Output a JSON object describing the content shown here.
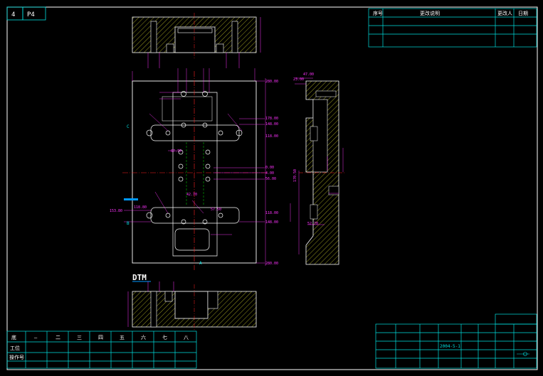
{
  "colors": {
    "background": "#000000",
    "frame": "#ffffff",
    "table_line": "#00e0e0",
    "part_outline": "#ffffff",
    "hatch": "#ffff33",
    "dimension": "#ff33ff",
    "centerline": "#ff2020",
    "hidden_line": "#00dd00",
    "label_badge": "#0099ff"
  },
  "corner_tag": {
    "number": "4",
    "code": "P4"
  },
  "drawing_label": {
    "text": "DTM"
  },
  "revision_table": {
    "headers": [
      "序号",
      "更改说明",
      "更改人",
      "日期"
    ]
  },
  "signature_table": {
    "row1": [
      "底",
      "—",
      "二",
      "三",
      "四",
      "五",
      "六",
      "七",
      "八"
    ],
    "row2_label": "工位",
    "row3_label": "操作号"
  },
  "title_block": {
    "date_value": "2004-5-1"
  },
  "dimensions": {
    "right_values": [
      "280.00",
      "178.00",
      "148.00",
      "118.00",
      "0.00",
      "4.00",
      "56.00",
      "118.00",
      "148.00",
      "280.00"
    ],
    "left_values": [
      "153.80",
      "118.80"
    ],
    "inline_values": [
      "67.70",
      "57.50",
      "42.70"
    ],
    "side_values": [
      "47.00",
      "23.00",
      "52.70",
      "170.50"
    ]
  }
}
